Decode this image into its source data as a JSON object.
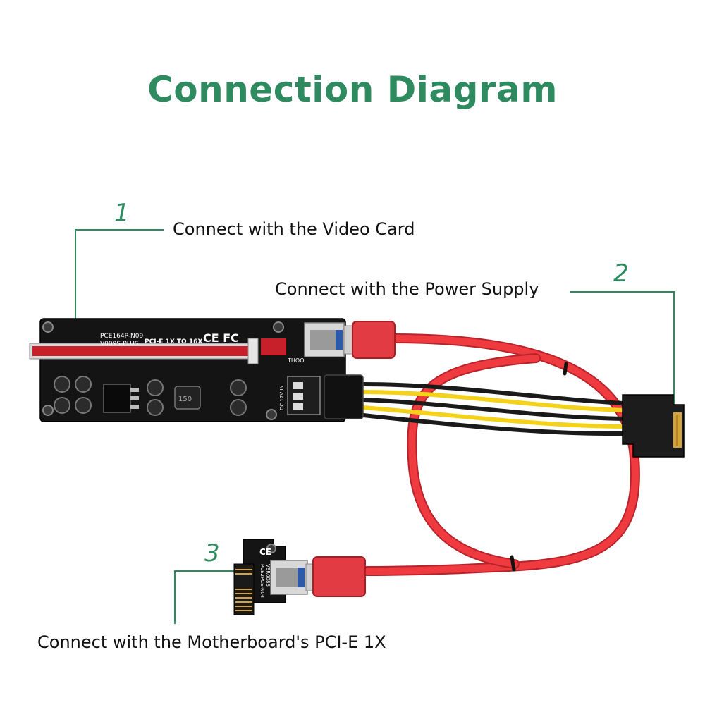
{
  "title": "Connection Diagram",
  "accent_color": "#2e8b5f",
  "callouts": [
    {
      "number": "1",
      "text": "Connect with the Video Card"
    },
    {
      "number": "2",
      "text": "Connect with the Power Supply"
    },
    {
      "number": "3",
      "text": "Connect with the Motherboard's PCI-E 1X"
    }
  ],
  "board": {
    "model_line1": "PCE164P-N09",
    "model_line2": "V009S-PLUS",
    "bus_text": "PCI-E 1X TO 16X",
    "cert_marks": "CE FC",
    "power_text": "DC 12V IN",
    "vendor_text": "THOO",
    "inductor_text": "150"
  },
  "adapter": {
    "cert_mark": "CE",
    "model_text": "PCE2PCE-N04",
    "version_text": "VER008S"
  },
  "icons": [
    "usb-connector-icon",
    "sata-power-connector-icon",
    "molex-connector-icon"
  ]
}
